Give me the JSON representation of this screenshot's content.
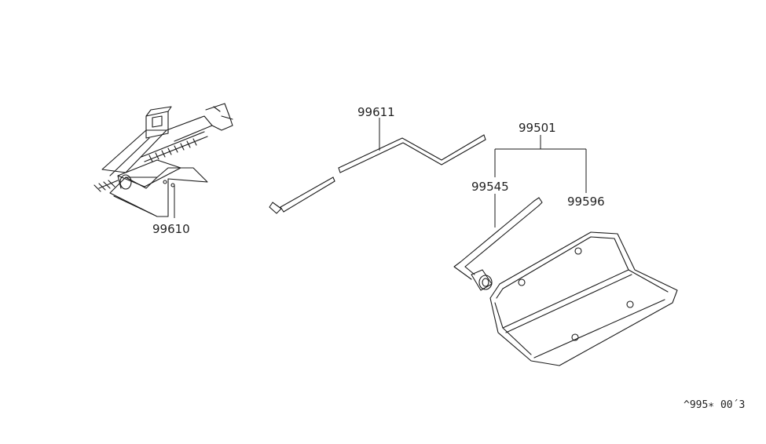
{
  "diagram": {
    "parts": [
      {
        "id": "jack",
        "number": "99610"
      },
      {
        "id": "jack-handle",
        "number": "99611"
      },
      {
        "id": "tool-set",
        "number": "99501"
      },
      {
        "id": "wheel-wrench",
        "number": "99545"
      },
      {
        "id": "tool-bag",
        "number": "99596"
      }
    ],
    "drawing_code": "^995∗ 00´3"
  },
  "colors": {
    "line": "#1a1a1a",
    "text": "#222222",
    "background": "#ffffff"
  }
}
